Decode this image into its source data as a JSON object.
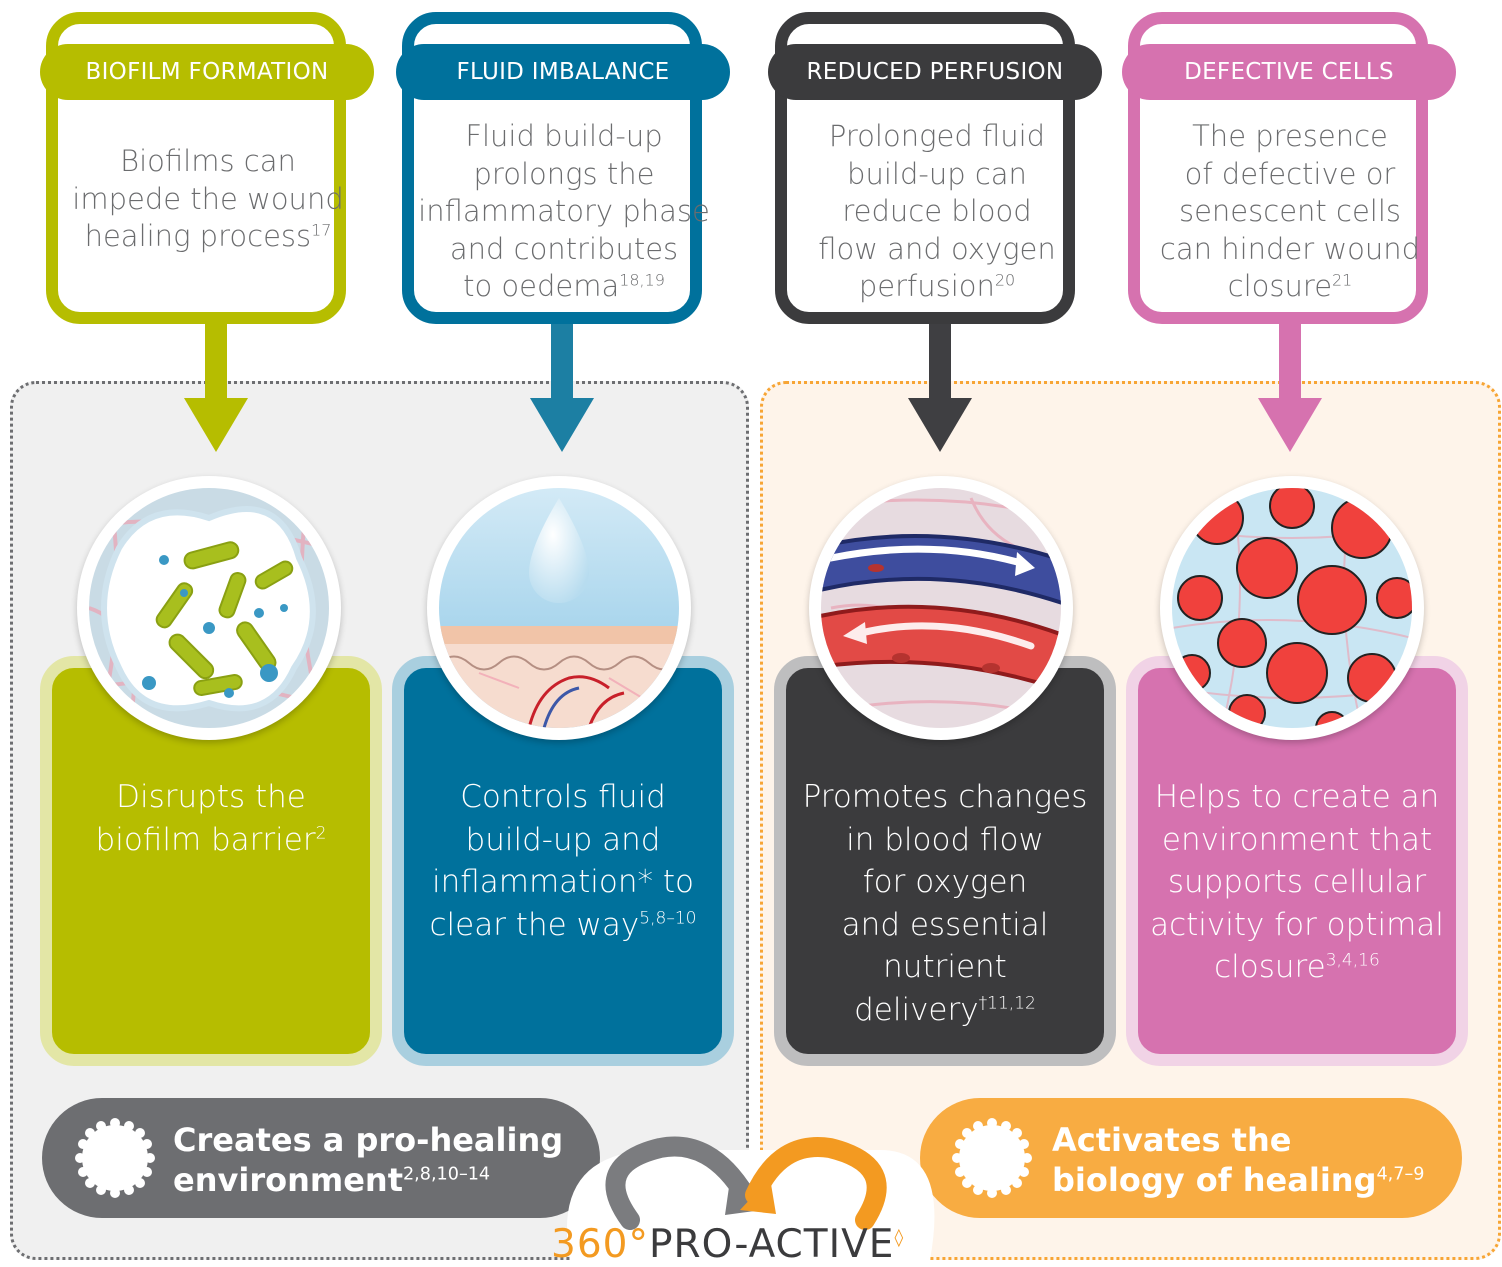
{
  "colors": {
    "biofilm": "#b6bd00",
    "fluid": "#00719c",
    "perfusion": "#3b3b3d",
    "cells": "#d672af",
    "banner_grey": "#6d6e71",
    "banner_orange": "#f8ac42",
    "brand_orange": "#f39a21"
  },
  "factors": [
    {
      "id": "biofilm",
      "label": "BIOFILM FORMATION",
      "problem_lines": [
        "Biofilms can",
        "impede the wound",
        "healing process"
      ],
      "problem_ref": "17",
      "solution_lines": [
        "Disrupts the",
        "biofilm barrier"
      ],
      "solution_ref": "2"
    },
    {
      "id": "fluid",
      "label": "FLUID IMBALANCE",
      "problem_lines": [
        "Fluid build-up",
        "prolongs the",
        "inflammatory phase",
        "and contributes",
        "to oedema"
      ],
      "problem_ref": "18,19",
      "solution_lines": [
        "Controls fluid",
        "build-up and",
        "inflammation* to",
        "clear the way"
      ],
      "solution_ref": "5,8–10"
    },
    {
      "id": "perfusion",
      "label": "REDUCED PERFUSION",
      "problem_lines": [
        "Prolonged fluid",
        "build-up can",
        "reduce blood",
        "flow and oxygen",
        "perfusion"
      ],
      "problem_ref": "20",
      "solution_lines": [
        "Promotes changes",
        "in blood flow",
        "for oxygen",
        "and essential",
        "nutrient",
        "delivery"
      ],
      "solution_ref": "†11,12"
    },
    {
      "id": "cells",
      "label": "DEFECTIVE CELLS",
      "problem_lines": [
        "The presence",
        "of defective or",
        "senescent cells",
        "can hinder wound",
        "closure"
      ],
      "problem_ref": "21",
      "solution_lines": [
        "Helps to create an",
        "environment that",
        "supports cellular",
        "activity for optimal",
        "closure"
      ],
      "solution_ref": "3,4,16"
    }
  ],
  "banners": {
    "left": {
      "line1": "Creates a pro-healing",
      "line2": "environment",
      "ref": "2,8,10–14"
    },
    "right": {
      "line1": "Activates the",
      "line2": "biology of healing",
      "ref": "4,7–9"
    }
  },
  "brand": {
    "prefix": "360°",
    "name": "PRO-ACTIVE",
    "mark": "◊"
  }
}
